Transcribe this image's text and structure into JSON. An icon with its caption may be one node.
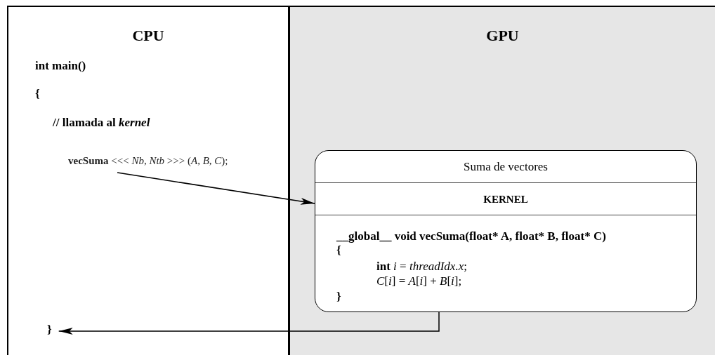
{
  "diagram": {
    "nodes": [
      {
        "text": [
          "CPU"
        ]
      },
      {
        "text": [
          "GPU"
        ]
      },
      {
        "text": [
          "**vecSuma** <<< *Nb*, *Ntb* >>> (*A*, *B*, *C*);"
        ],
        "in": 0
      },
      {
        "text": [
          "}"
        ],
        "in": 0
      },
      {
        "text": [
          "Suma de vectores",
          "KERNEL",
          "__global__ void vecSuma(float* A, float* B, float* C)",
          "{",
          "**int** *i* = *threadIdx.x*;",
          "*C*[*i*] = *A*[*i*] + *B*[*i*];",
          "}"
        ],
        "in": 1
      }
    ],
    "edges": [
      {
        "from": 2,
        "to": 4,
        "arrow": "to"
      },
      {
        "from": 4,
        "to": 3,
        "arrow": "to"
      }
    ],
    "labels": [
      "int main()",
      "{",
      "// llamada al *kernel*"
    ]
  }
}
